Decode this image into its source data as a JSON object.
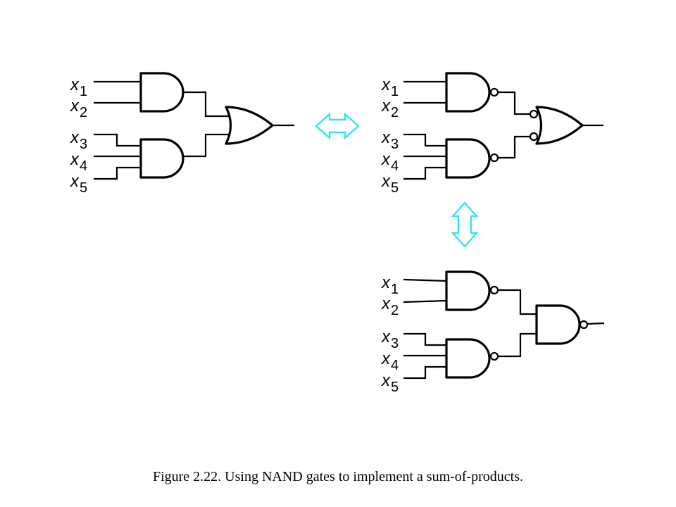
{
  "caption": "Figure 2.22.  Using NAND gates to implement a sum-of-products.",
  "input_labels": [
    {
      "var": "x",
      "sub": "1"
    },
    {
      "var": "x",
      "sub": "2"
    },
    {
      "var": "x",
      "sub": "3"
    },
    {
      "var": "x",
      "sub": "4"
    },
    {
      "var": "x",
      "sub": "5"
    }
  ],
  "arrow_color": "#2ee6f0",
  "circuits": [
    {
      "id": "and-or-circuit",
      "first_level": "AND",
      "second_level": "OR"
    },
    {
      "id": "nand-bubbled-or-circuit",
      "first_level": "NAND",
      "second_level": "OR with inverted inputs"
    },
    {
      "id": "nand-nand-circuit",
      "first_level": "NAND",
      "second_level": "NAND"
    }
  ]
}
